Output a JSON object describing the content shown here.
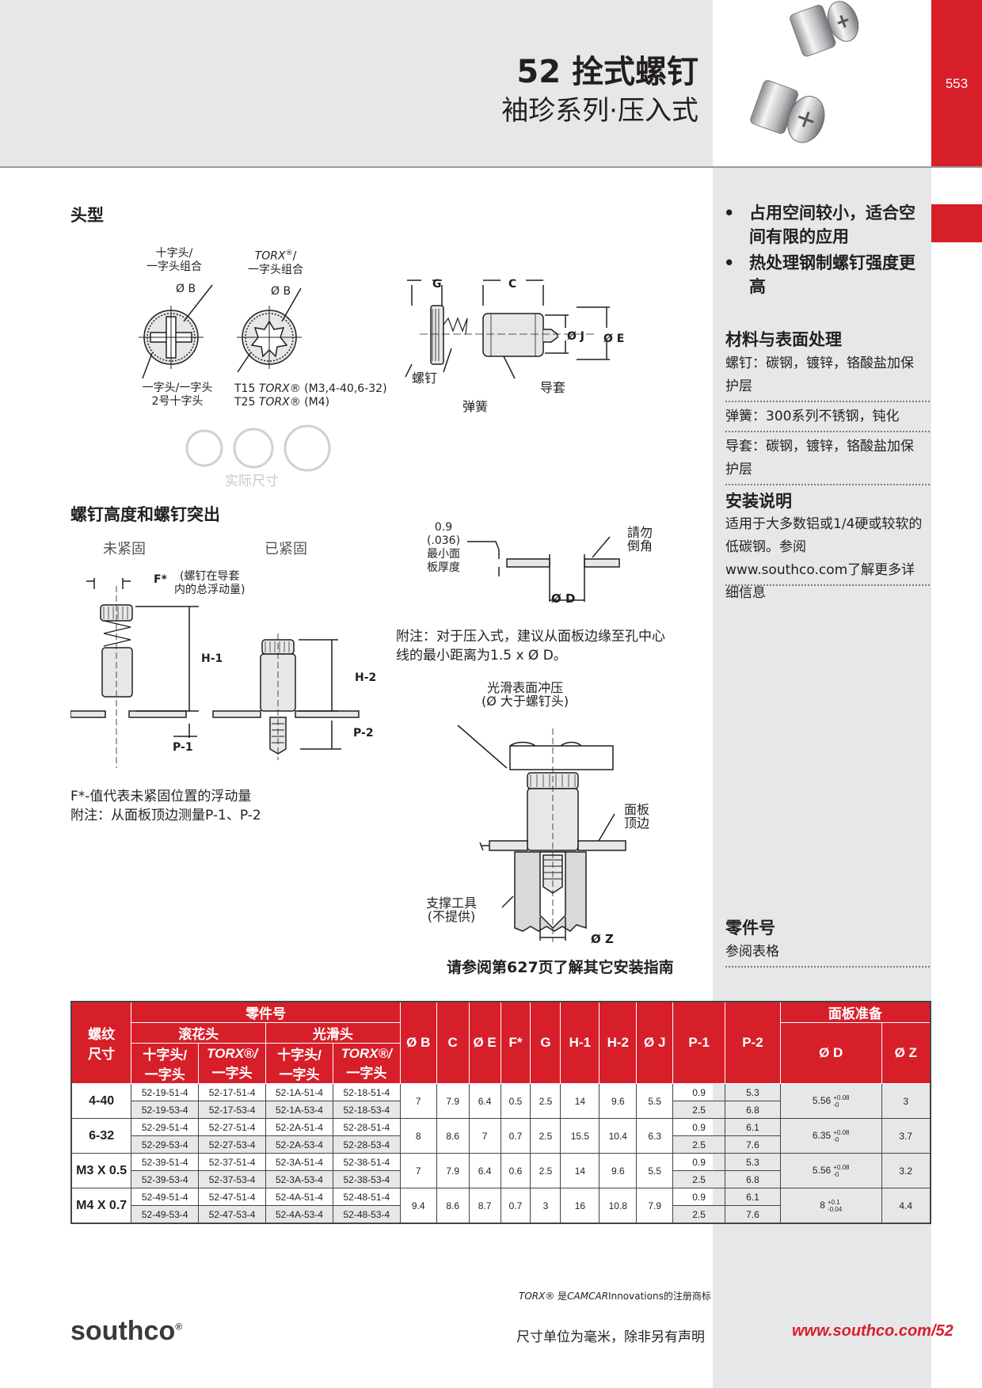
{
  "header": {
    "title": "52 拴式螺钉",
    "subtitle": "袖珍系列·压入式",
    "page_number": "553"
  },
  "sections": {
    "head_type": "头型",
    "height": "螺钉高度和螺钉突出"
  },
  "head_type": {
    "label1": [
      "十字头/",
      "一字头组合"
    ],
    "label2_torx": "TORX",
    "label2_reg": "®",
    "label2_slash": "/",
    "label2_b": "一字头组合",
    "ob": "Ø B",
    "phillips_note": [
      "一字头/一字头",
      "2号十字头"
    ],
    "torx_note1_a": "T15 ",
    "torx_note1_t": "TORX",
    "torx_note1_b": "® (M3,4-40,6-32)",
    "torx_note2_a": "T25 ",
    "torx_note2_t": "TORX",
    "torx_note2_b": "® (M4)",
    "actual_size": "实际尺寸"
  },
  "assembly": {
    "g": "G",
    "c": "C",
    "oj": "Ø J",
    "oe": "Ø E",
    "screw": "螺钉",
    "spring": "弹簧",
    "ferrule": "导套"
  },
  "panel": {
    "thickness_val": "0.9",
    "thickness_in": "(.036)",
    "thickness_label": [
      "最小面",
      "板厚度"
    ],
    "no_chamfer": [
      "請勿",
      "倒角"
    ],
    "od": "Ø D",
    "note": [
      "附注：对于压入式，建议从面板边缘至孔中心",
      "线的最小距离为1.5 x Ø D。"
    ]
  },
  "height": {
    "unfastened": "未紧固",
    "fastened": "已紧固",
    "f": "F*",
    "float_note": [
      "(螺钉在导套",
      "内的总浮动量)"
    ],
    "h1": "H-1",
    "h2": "H-2",
    "p1": "P-1",
    "p2": "P-2",
    "note1": "F*-值代表未紧固位置的浮动量",
    "note2": "附注：从面板顶边测量P-1、P-2"
  },
  "install": {
    "punch": [
      "光滑表面冲压",
      "(Ø 大于螺钉头)"
    ],
    "panel_top": [
      "面板",
      "顶边"
    ],
    "support": [
      "支撑工具",
      "(不提供)"
    ],
    "oz": "Ø Z",
    "ref": "请参阅第627页了解其它安装指南"
  },
  "sidebar": {
    "bullets": [
      "占用空间较小，适合空间有限的应用",
      "热处理钢制螺钉强度更高"
    ],
    "materials_h": "材料与表面处理",
    "materials": [
      "螺钉：碳钢，镀锌，铬酸盐加保护层",
      "弹簧：300系列不锈钢，钝化",
      "导套：碳钢，镀锌，铬酸盐加保护层"
    ],
    "install_h": "安装说明",
    "install_t": "适用于大多数铝或1/4硬或较软的低碳钢。参阅www.southco.com了解更多详细信息",
    "part_h": "零件号",
    "part_t": "参阅表格"
  },
  "table": {
    "h_thread": [
      "螺纹",
      "尺寸"
    ],
    "h_part": "零件号",
    "h_knurled": "滚花头",
    "h_smooth": "光滑头",
    "h_phil": [
      "十字头/",
      "一字头"
    ],
    "h_torx": [
      "TORX®/",
      "一字头"
    ],
    "h_cols": [
      "Ø B",
      "C",
      "Ø E",
      "F*",
      "G",
      "H-1",
      "H-2",
      "Ø J",
      "P-1",
      "P-2"
    ],
    "h_panel": "面板准备",
    "h_od": "Ø D",
    "h_oz": "Ø Z",
    "rows": [
      {
        "thread": "4-40",
        "p": [
          [
            "52-19-51-4",
            "52-17-51-4",
            "52-1A-51-4",
            "52-18-51-4"
          ],
          [
            "52-19-53-4",
            "52-17-53-4",
            "52-1A-53-4",
            "52-18-53-4"
          ]
        ],
        "b": "7",
        "c": "7.9",
        "e": "6.4",
        "f": "0.5",
        "g": "2.5",
        "h1": "14",
        "h2": "9.6",
        "j": "5.5",
        "p1": [
          "0.9",
          "2.5"
        ],
        "p2": [
          "5.3",
          "6.8"
        ],
        "d": "5.56",
        "dtol": [
          "+0.08",
          "-0"
        ],
        "z": "3"
      },
      {
        "thread": "6-32",
        "p": [
          [
            "52-29-51-4",
            "52-27-51-4",
            "52-2A-51-4",
            "52-28-51-4"
          ],
          [
            "52-29-53-4",
            "52-27-53-4",
            "52-2A-53-4",
            "52-28-53-4"
          ]
        ],
        "b": "8",
        "c": "8.6",
        "e": "7",
        "f": "0.7",
        "g": "2.5",
        "h1": "15.5",
        "h2": "10.4",
        "j": "6.3",
        "p1": [
          "0.9",
          "2.5"
        ],
        "p2": [
          "6.1",
          "7.6"
        ],
        "d": "6.35",
        "dtol": [
          "+0.08",
          "-0"
        ],
        "z": "3.7"
      },
      {
        "thread": "M3 X 0.5",
        "p": [
          [
            "52-39-51-4",
            "52-37-51-4",
            "52-3A-51-4",
            "52-38-51-4"
          ],
          [
            "52-39-53-4",
            "52-37-53-4",
            "52-3A-53-4",
            "52-38-53-4"
          ]
        ],
        "b": "7",
        "c": "7.9",
        "e": "6.4",
        "f": "0.6",
        "g": "2.5",
        "h1": "14",
        "h2": "9.6",
        "j": "5.5",
        "p1": [
          "0.9",
          "2.5"
        ],
        "p2": [
          "5.3",
          "6.8"
        ],
        "d": "5.56",
        "dtol": [
          "+0.08",
          "-0"
        ],
        "z": "3.2"
      },
      {
        "thread": "M4 X 0.7",
        "p": [
          [
            "52-49-51-4",
            "52-47-51-4",
            "52-4A-51-4",
            "52-48-51-4"
          ],
          [
            "52-49-53-4",
            "52-47-53-4",
            "52-4A-53-4",
            "52-48-53-4"
          ]
        ],
        "b": "9.4",
        "c": "8.6",
        "e": "8.7",
        "f": "0.7",
        "g": "3",
        "h1": "16",
        "h2": "10.8",
        "j": "7.9",
        "p1": [
          "0.9",
          "2.5"
        ],
        "p2": [
          "6.1",
          "7.6"
        ],
        "d": "8",
        "dtol": [
          "+0.1",
          "-0.04"
        ],
        "z": "4.4"
      }
    ]
  },
  "footer": {
    "logo": "southco",
    "logo_reg": "®",
    "tm_torx": "TORX",
    "tm_mid": "® 是",
    "tm_camcar": "CAMCAR",
    "tm_tail": "Innovations的注册商标",
    "units": "尺寸单位为毫米，除非另有声明",
    "url": "www.southco.com/52"
  },
  "colors": {
    "accent": "#d71f2a",
    "grey": "#e6e7e8"
  }
}
